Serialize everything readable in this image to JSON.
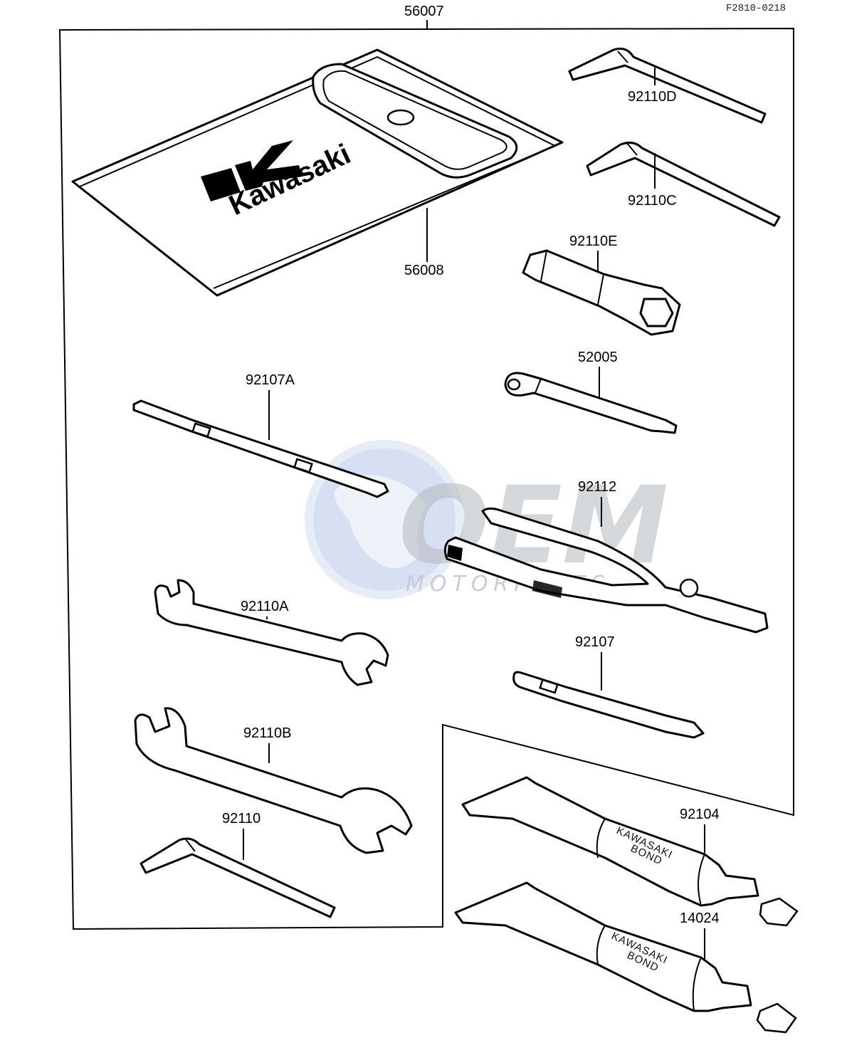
{
  "reference_code": "F2810-0218",
  "group_label": "56007",
  "pouch": {
    "brand_text": "Kawasaki",
    "part_number": "56008"
  },
  "parts": {
    "allen_key_d": "92110D",
    "allen_key_c": "92110C",
    "plug_wrench": "92110E",
    "spoke_wrench": "52005",
    "screwdriver_a": "92107A",
    "pliers": "92112",
    "wrench_a": "92110A",
    "screwdriver": "92107",
    "wrench_b": "92110B",
    "allen_key": "92110",
    "bond_upper": "92104",
    "bond_lower": "14024"
  },
  "bond_tube": {
    "line1": "KAWASAKI",
    "line2": "BOND"
  },
  "watermark": {
    "big": "OEM",
    "sub": "MOTORPARTS"
  },
  "colors": {
    "ink": "#000000",
    "watermark_blue": "#c9d6ee",
    "watermark_grey": "#9aa0a8"
  }
}
